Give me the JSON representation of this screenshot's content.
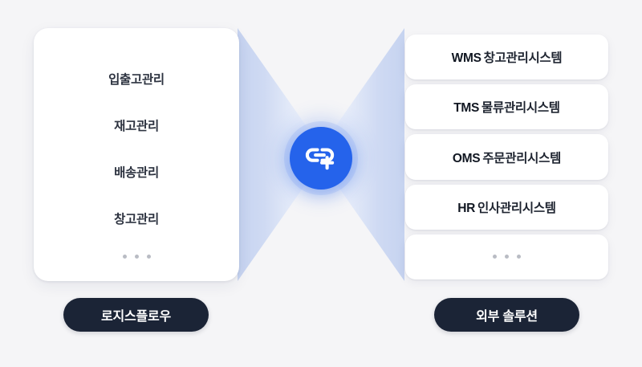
{
  "colors": {
    "background": "#f5f5f7",
    "card": "#ffffff",
    "accent_blue": "#2563eb",
    "beam": "#c6d3f0",
    "pill_dark": "#1b2436",
    "text_primary": "#1e2430",
    "text_secondary": "#2d3340",
    "dot_gray": "#b9bcc4"
  },
  "left_panel": {
    "items": [
      {
        "label": "입출고관리"
      },
      {
        "label": "재고관리"
      },
      {
        "label": "배송관리"
      },
      {
        "label": "창고관리"
      }
    ],
    "more_indicator": "• • •"
  },
  "right_panel": {
    "cards": [
      {
        "code": "WMS",
        "label": "창고관리시스템",
        "is_more": false
      },
      {
        "code": "TMS",
        "label": "물류관리시스템",
        "is_more": false
      },
      {
        "code": "OMS",
        "label": "주문관리시스템",
        "is_more": false
      },
      {
        "code": "HR",
        "label": "인사관리시스템",
        "is_more": false
      },
      {
        "code": "",
        "label": "",
        "is_more": true
      }
    ],
    "more_indicator": "• • •"
  },
  "center": {
    "icon": "link-plus-icon",
    "aria_label": "연동"
  },
  "pills": {
    "left": "로지스플로우",
    "right": "외부 솔루션"
  }
}
